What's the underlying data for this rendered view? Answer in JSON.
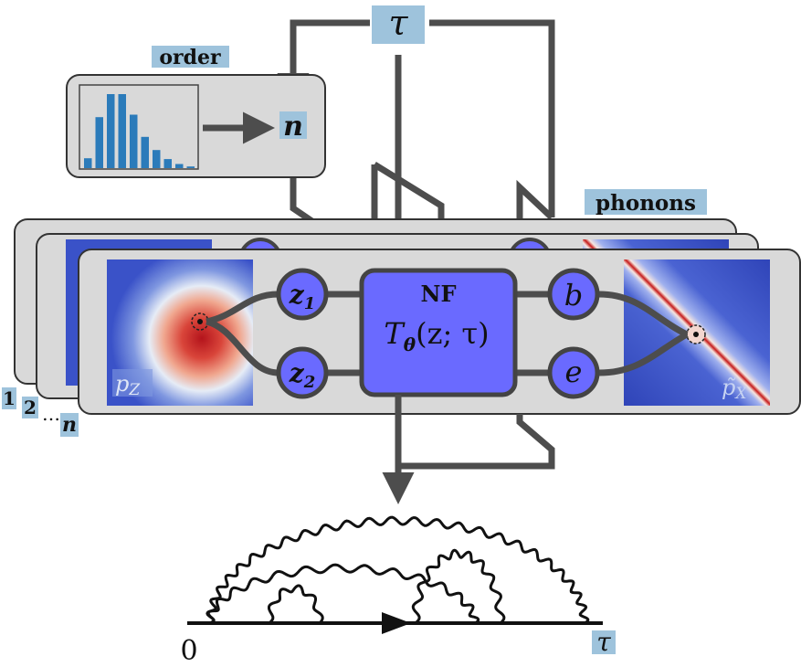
{
  "labels": {
    "tau_top": "τ",
    "order": "order",
    "n_node": "n",
    "phonons": "phonons",
    "z1_base": "z",
    "z1_sub": "1",
    "z2_base": "z",
    "z2_sub": "2",
    "nf_title": "NF",
    "nf_formula": "T",
    "nf_theta": "θ",
    "nf_args": "(z; τ)",
    "b_node": "b",
    "e_node": "e",
    "pz_base": "p",
    "pz_sub": "Z",
    "px_base": "p̃",
    "px_sub": "X",
    "stack_1": "1",
    "stack_2": "2",
    "stack_dots": "…",
    "stack_n": "n",
    "axis_zero": "0",
    "axis_tau": "τ"
  },
  "histogram": {
    "values": [
      0.12,
      0.62,
      0.9,
      0.9,
      0.65,
      0.38,
      0.22,
      0.11,
      0.05,
      0.02
    ],
    "bar_color": "#2b7bba"
  },
  "colors": {
    "panel_fill": "#d9d9d9",
    "panel_stroke": "#333333",
    "node_fill": "#6a6aff",
    "line_color": "#4d4d4d",
    "label_bg": "#9ec3dc",
    "density_blue": "#3a52c8"
  }
}
